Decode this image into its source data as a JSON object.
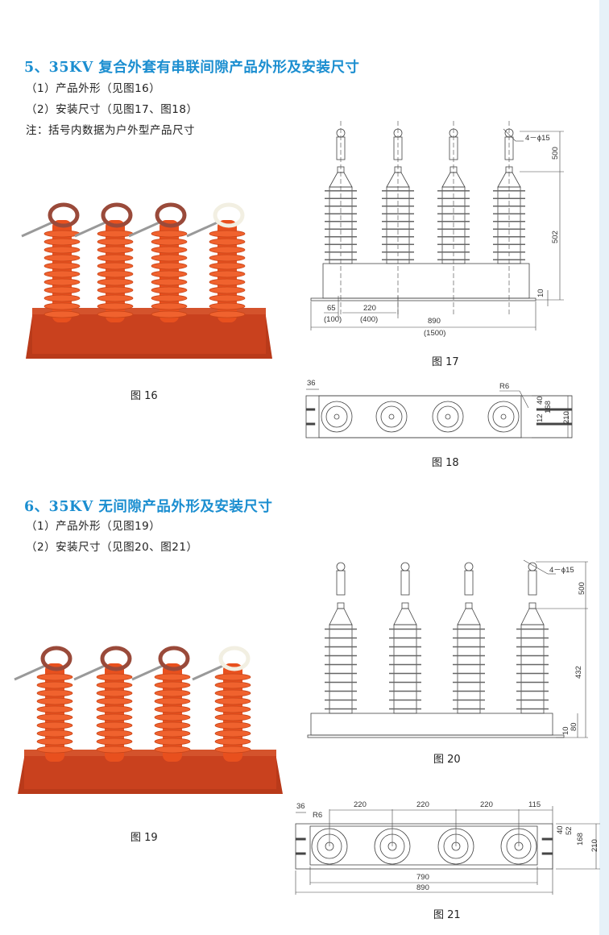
{
  "section5": {
    "heading": "5、35KV 复合外套有串联间隙产品外形及安装尺寸",
    "lines": [
      "（1）产品外形（见图16）",
      "（2）安装尺寸（见图17、图18）",
      "注：括号内数据为户外型产品尺寸"
    ],
    "fig16_caption": "图 16",
    "fig17_caption": "图 17",
    "fig18_caption": "图 18",
    "fig17_dims": {
      "hole": "4－ϕ15",
      "h500": "500",
      "h502": "502",
      "h10": "10",
      "w65": "65",
      "w65o": "(100)",
      "w220": "220",
      "w220o": "(400)",
      "w890": "890",
      "w890o": "(1500)"
    },
    "fig18_dims": {
      "w36": "36",
      "r6": "R6",
      "d40": "40",
      "d12": "12",
      "d168": "168",
      "d210": "210"
    }
  },
  "section6": {
    "heading": "6、35KV 无间隙产品外形及安装尺寸",
    "lines": [
      "（1）产品外形（见图19）",
      "（2）安装尺寸（见图20、图21）"
    ],
    "fig19_caption": "图 19",
    "fig20_caption": "图 20",
    "fig21_caption": "图 21",
    "fig20_dims": {
      "hole": "4－ϕ15",
      "h500": "500",
      "h432": "432",
      "h10": "10",
      "h80": "80"
    },
    "fig21_dims": {
      "w36": "36",
      "r6": "R6",
      "p1": "220",
      "p2": "220",
      "p3": "220",
      "p4": "115",
      "d40": "40",
      "d52": "52",
      "d168": "168",
      "d210": "210",
      "w790": "790",
      "w890": "890"
    }
  },
  "colors": {
    "heading": "#1b8ed0",
    "insulator": "#e8501e",
    "base": "#c9411e",
    "lead": "#9a4a3a",
    "lead_white": "#f2efe2"
  }
}
